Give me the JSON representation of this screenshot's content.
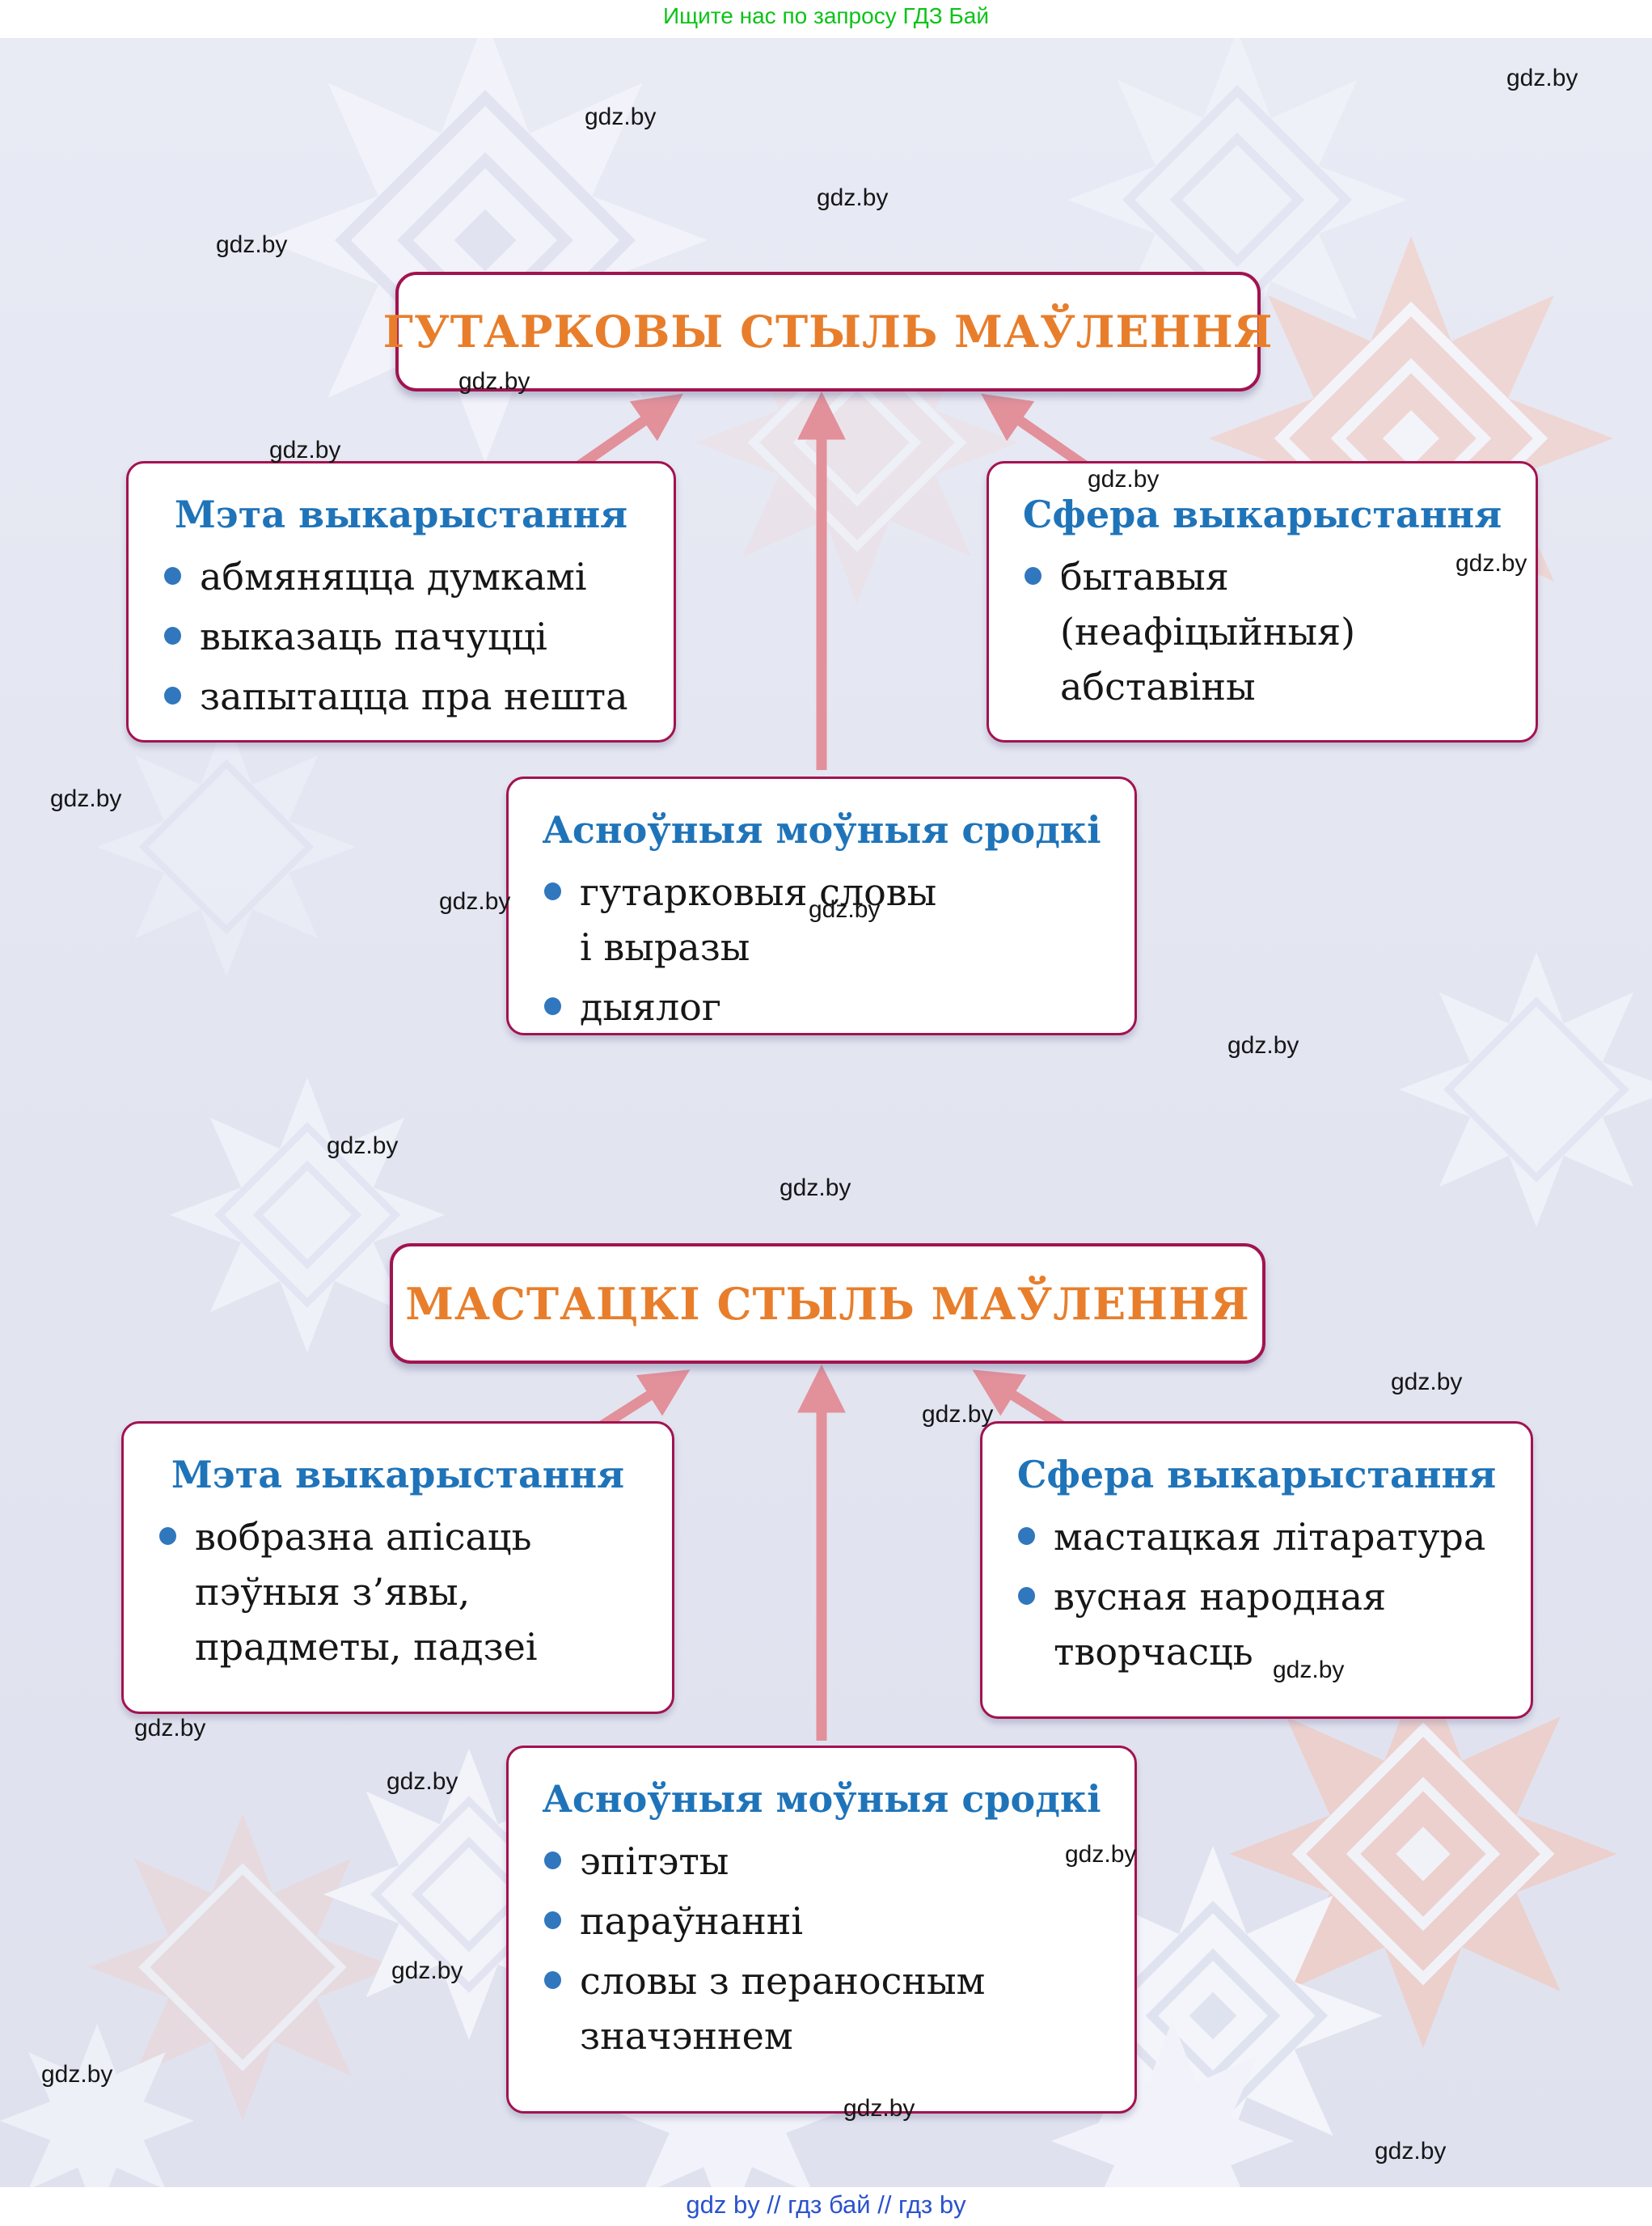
{
  "page": {
    "top_banner": "Ищите нас по запросу ГДЗ Бай",
    "watermark_text": "gdz.by",
    "footer_text": "gdz by  //  гдз бай  //  гдз by"
  },
  "colors": {
    "background": "#e3e5f1",
    "box_border": "#a2134f",
    "title_orange": "#e87e2b",
    "heading_blue": "#1f74b9",
    "bullet_blue": "#3077bd",
    "arrow_pink": "#e2909a",
    "banner_green": "#0cc317",
    "footer_blue": "#2a52cc"
  },
  "sections": [
    {
      "title": "ГУТАРКОВЫ СТЫЛЬ МАЎЛЕННЯ",
      "boxes": [
        {
          "heading": "Мэта выкарыстання",
          "items": [
            {
              "lines": [
                "абмяняцца думкамі"
              ]
            },
            {
              "lines": [
                "выказаць пачуцці"
              ]
            },
            {
              "lines": [
                "запытацца пра нешта"
              ]
            }
          ]
        },
        {
          "heading": "Сфера выкарыстання",
          "items": [
            {
              "lines": [
                "бытавыя",
                "(неафіцыйныя)",
                "абставіны"
              ]
            }
          ]
        },
        {
          "heading": "Асноўныя моўныя сродкі",
          "items": [
            {
              "lines": [
                "гутарковыя словы",
                "і выразы"
              ]
            },
            {
              "lines": [
                "дыялог"
              ]
            }
          ]
        }
      ]
    },
    {
      "title": "МАСТАЦКІ СТЫЛЬ МАЎЛЕННЯ",
      "boxes": [
        {
          "heading": "Мэта выкарыстання",
          "items": [
            {
              "lines": [
                "вобразна апісаць",
                "пэўныя з’явы,",
                "прадметы, падзеі"
              ]
            }
          ]
        },
        {
          "heading": "Сфера выкарыстання",
          "items": [
            {
              "lines": [
                "мастацкая літаратура"
              ]
            },
            {
              "lines": [
                "вусная народная",
                "творчасць"
              ]
            }
          ]
        },
        {
          "heading": "Асноўныя моўныя сродкі",
          "items": [
            {
              "lines": [
                "эпітэты"
              ]
            },
            {
              "lines": [
                "параўнанні"
              ]
            },
            {
              "lines": [
                "словы з пераносным",
                "значэннем"
              ]
            }
          ]
        }
      ]
    }
  ]
}
